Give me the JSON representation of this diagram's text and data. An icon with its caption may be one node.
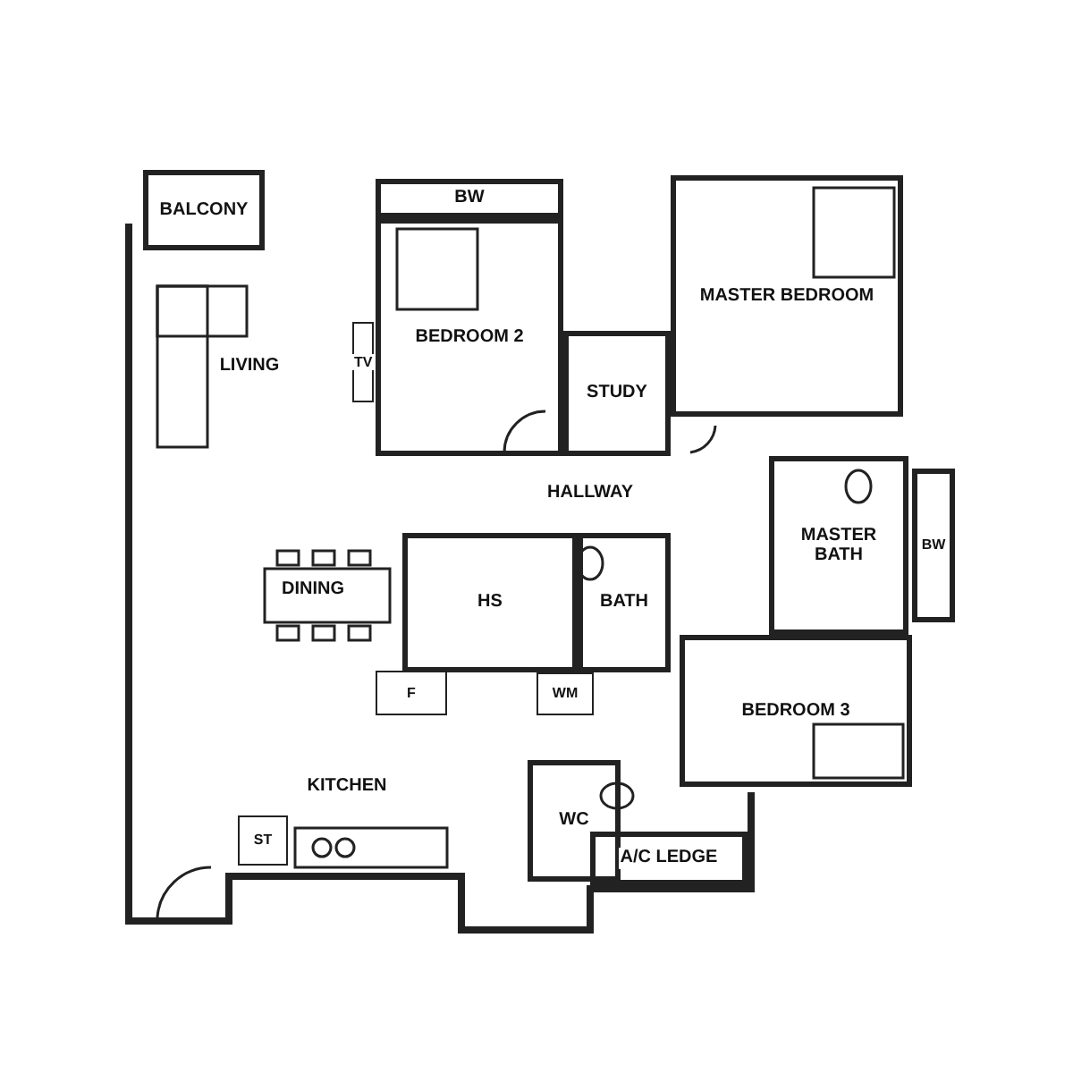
{
  "diagram": {
    "nodes": [
      {
        "text": [
          "BALCONY"
        ]
      },
      {
        "text": [
          "BW"
        ]
      },
      {
        "text": [
          "MASTER BEDROOM"
        ]
      },
      {
        "text": [
          "LIVING"
        ]
      },
      {
        "text": [
          "BEDROOM 2"
        ]
      },
      {
        "text": [
          "TV"
        ]
      },
      {
        "text": [
          "STUDY"
        ]
      },
      {
        "text": [
          "HALLWAY"
        ]
      },
      {
        "text": [
          "MASTER BATH"
        ]
      },
      {
        "text": [
          "BW"
        ]
      },
      {
        "text": [
          "DINING"
        ]
      },
      {
        "text": [
          "HS"
        ]
      },
      {
        "text": [
          "BATH"
        ]
      },
      {
        "text": [
          "WM"
        ]
      },
      {
        "text": [
          "BEDROOM 3"
        ]
      },
      {
        "text": [
          "KITCHEN"
        ]
      },
      {
        "text": [
          "F"
        ]
      },
      {
        "text": [
          "ST"
        ]
      },
      {
        "text": [
          "WC"
        ]
      },
      {
        "text": [
          "A/C LEDGE"
        ]
      }
    ]
  }
}
